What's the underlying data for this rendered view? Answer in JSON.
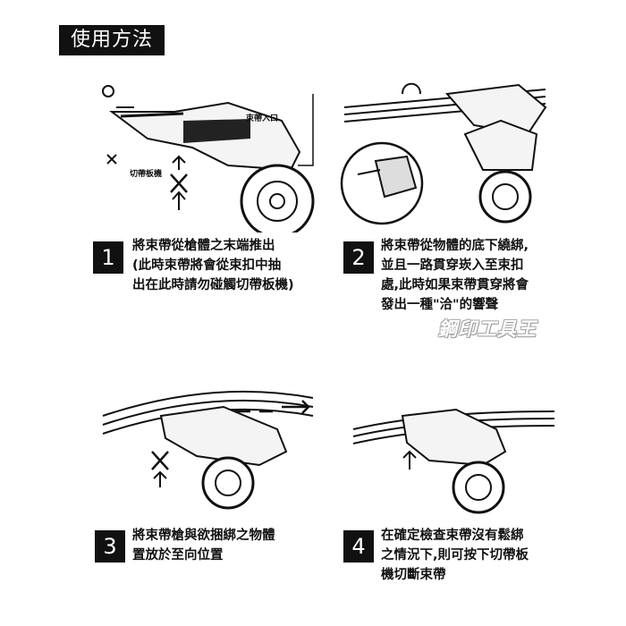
{
  "header": {
    "title": "使用方法"
  },
  "figure1": {
    "label_inlet": "束帶入口",
    "label_cutter": "切帶板機",
    "mark_ok": "O",
    "mark_no": "X"
  },
  "steps": [
    {
      "number": "1",
      "lines": [
        "將束帶從槍體之末端推出",
        "(此時束帶將會從束扣中抽",
        "出在此時請勿碰觸切帶板機)"
      ]
    },
    {
      "number": "2",
      "lines": [
        "將束帶從物體的底下繞綁,",
        "並且一路貫穿崁入至束扣",
        "處,此時如果束帶貫穿將會",
        "發出一種\"洽\"的響聲"
      ]
    },
    {
      "number": "3",
      "lines": [
        "將束帶槍與欲捆綁之物體",
        "置放於至向位置"
      ]
    },
    {
      "number": "4",
      "lines": [
        "在確定檢查束帶沒有鬆綁",
        "之情況下,則可按下切帶板",
        "機切斷束帶"
      ]
    }
  ],
  "watermark": {
    "text": "鋼印工具王"
  }
}
